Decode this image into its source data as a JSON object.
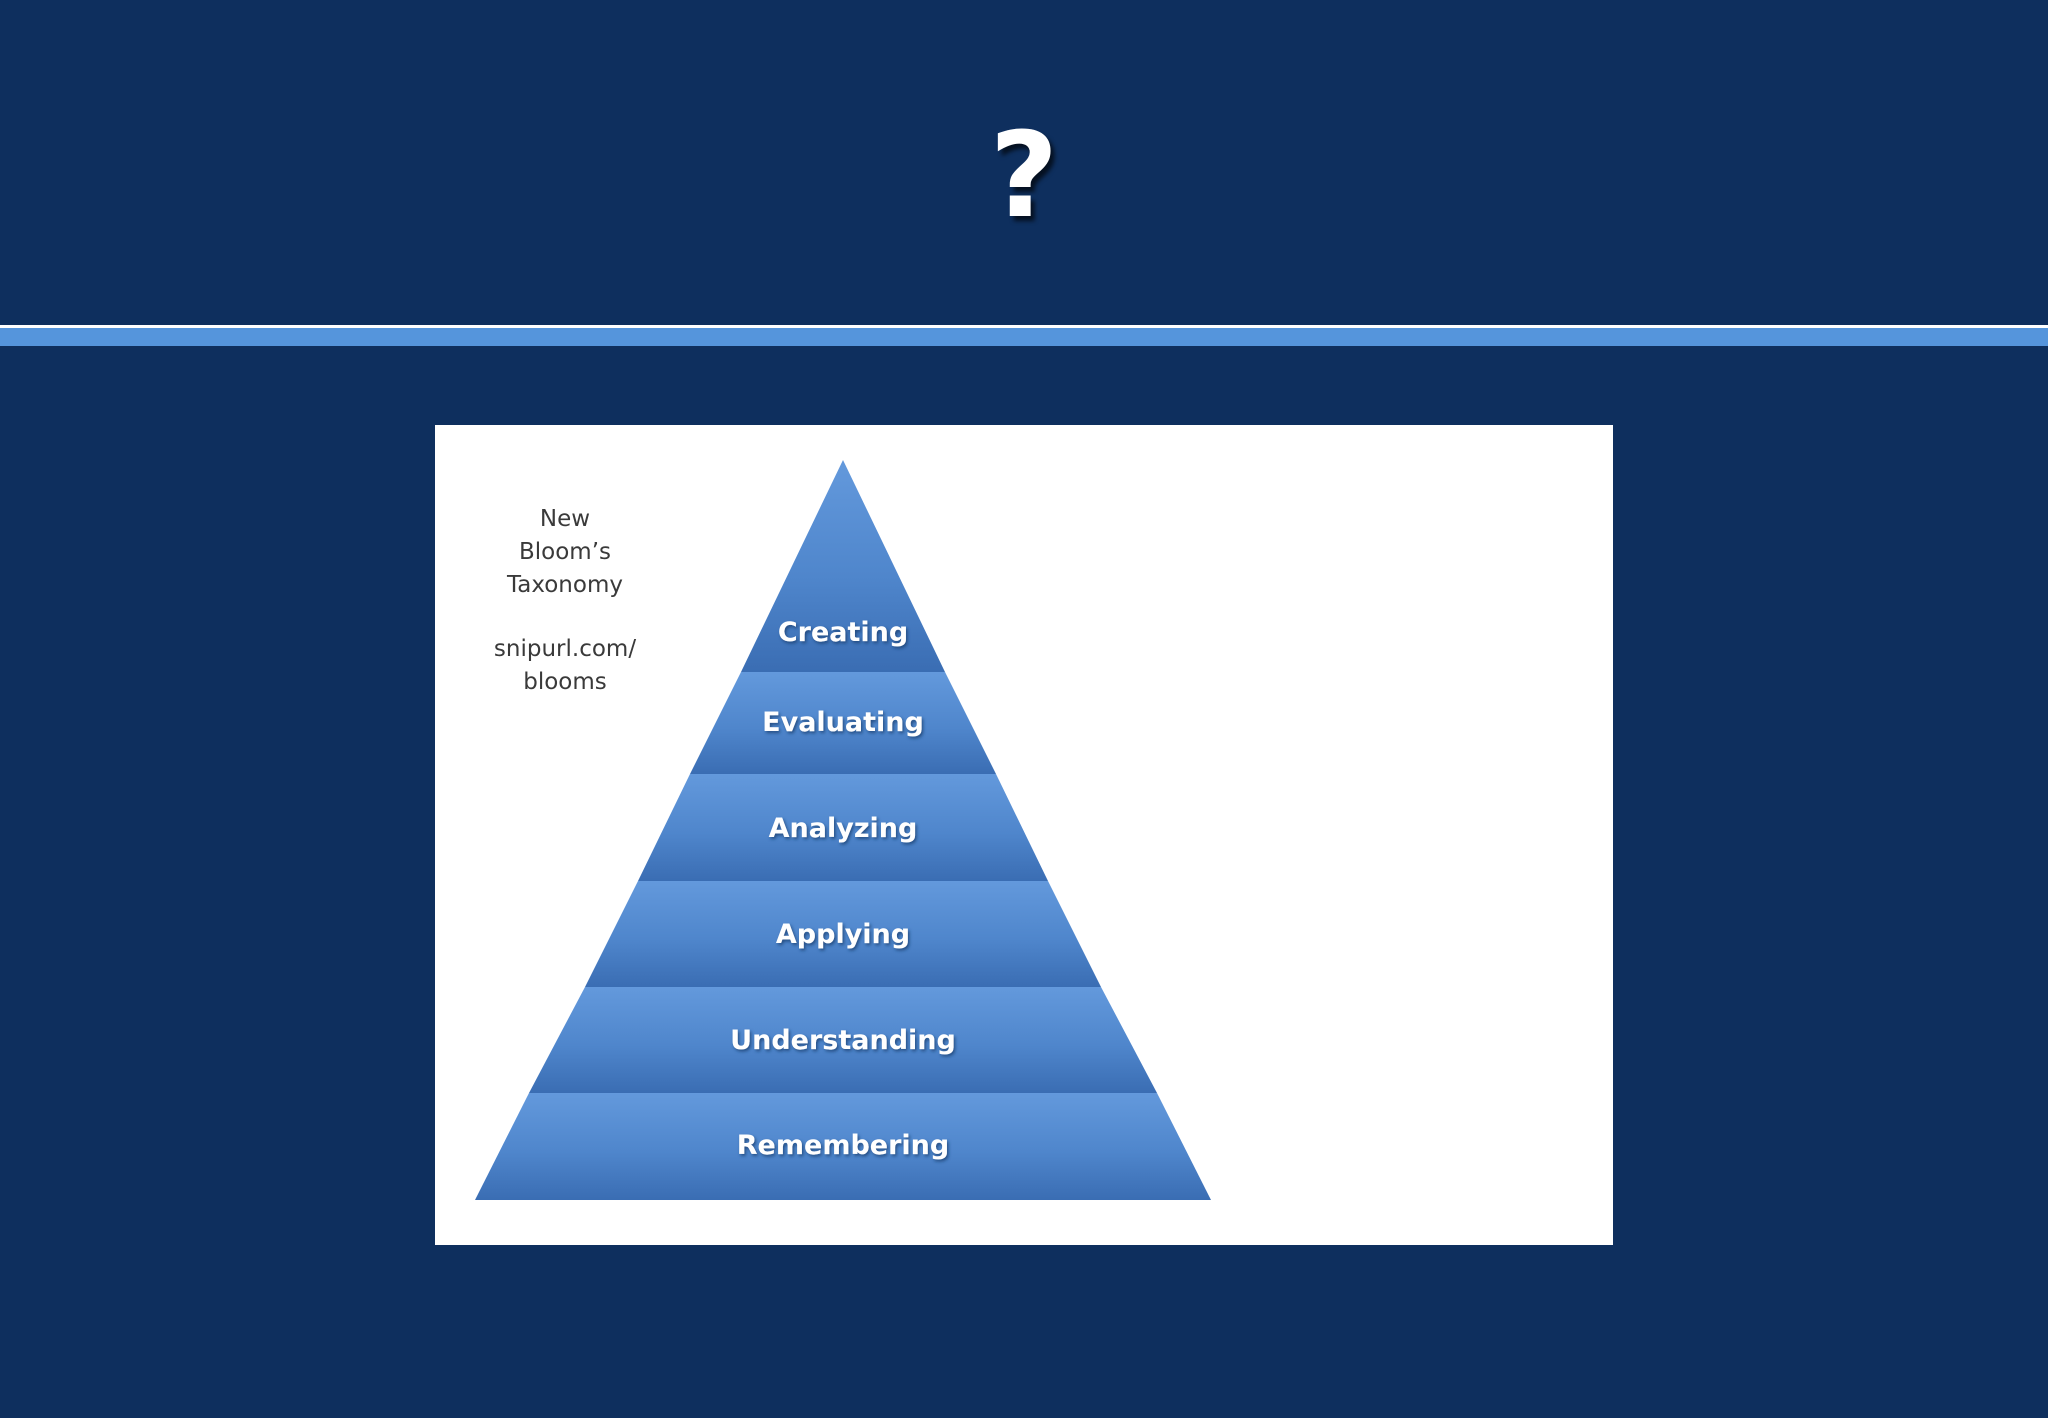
{
  "slide": {
    "title": "?"
  },
  "diagram": {
    "caption": {
      "line1": "New",
      "line2": "Bloom’s",
      "line3": "Taxonomy"
    },
    "link": {
      "line1": "snipurl.com/",
      "line2": "blooms"
    },
    "levels": [
      "Creating",
      "Evaluating",
      "Analyzing",
      "Applying",
      "Understanding",
      "Remembering"
    ],
    "colors": {
      "band_light": "#5d93d8",
      "band_dark": "#3a6fb8",
      "label": "#ffffff",
      "background": "#0e2f5e",
      "accent_rule": "#5595dc"
    }
  }
}
